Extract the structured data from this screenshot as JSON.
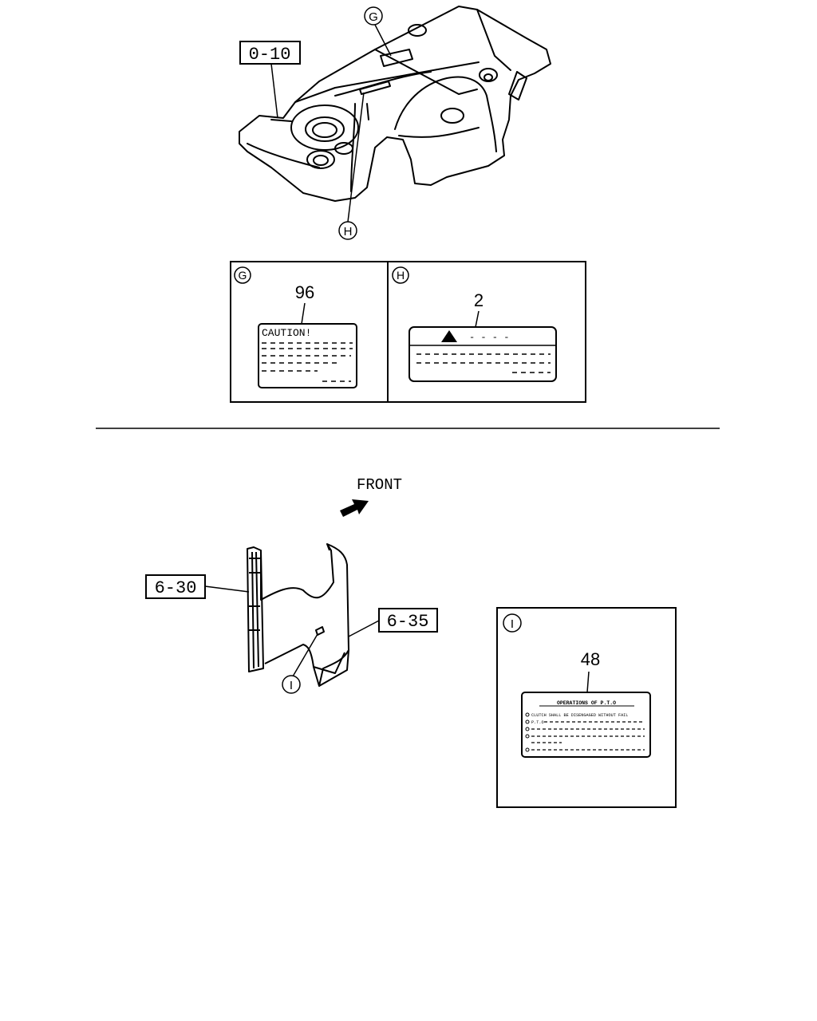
{
  "callouts": {
    "ref_0_10": "0-10",
    "ref_6_30": "6-30",
    "ref_6_35": "6-35",
    "marker_g": "G",
    "marker_h": "H",
    "marker_i": "I"
  },
  "detail_g": {
    "marker": "G",
    "part_number": "96",
    "label_heading": "CAUTION!"
  },
  "detail_h": {
    "marker": "H",
    "part_number": "2",
    "label_heading": "- - - -"
  },
  "detail_i": {
    "marker": "I",
    "part_number": "48",
    "label_heading": "OPERATIONS OF P.T.O",
    "label_lines": [
      "CLUTCH SHALL BE DISENGAGED WITHOUT FAIL",
      "P.T.O"
    ]
  },
  "direction": {
    "text": "FRONT"
  },
  "colors": {
    "ink": "#000000",
    "background": "#ffffff"
  }
}
